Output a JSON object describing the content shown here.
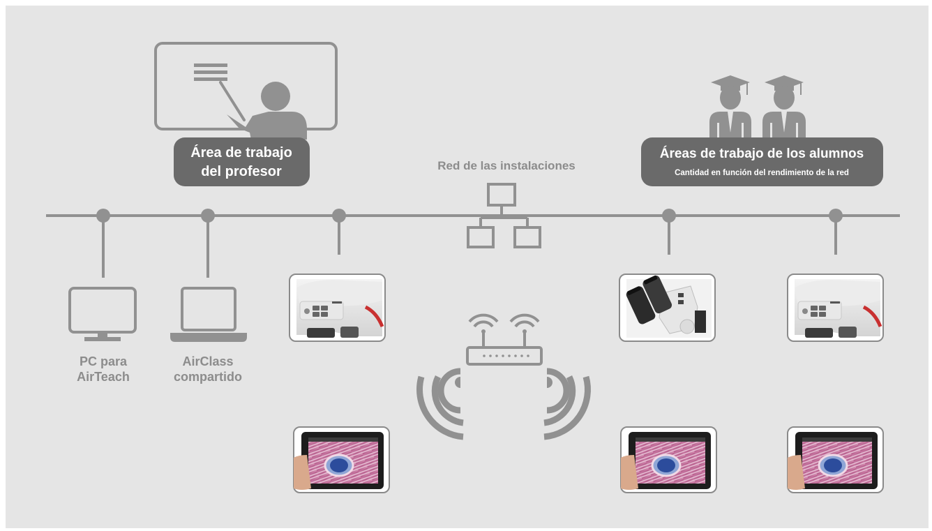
{
  "diagram": {
    "teacher_label": {
      "line1": "Área de trabajo",
      "line2": "del profesor"
    },
    "students_label": {
      "title": "Áreas de trabajo de los alumnos",
      "subtitle": "Cantidad en función del rendimiento de la red"
    },
    "network_label": "Red de las instalaciones",
    "pc_label": {
      "line1": "PC para",
      "line2": "AirTeach"
    },
    "laptop_label": {
      "line1": "AirClass",
      "line2": "compartido"
    }
  },
  "colors": {
    "background": "#e5e5e5",
    "line_gray": "#919191",
    "label_box": "#6a6a6a",
    "label_text_gray": "#8c8c8c"
  }
}
